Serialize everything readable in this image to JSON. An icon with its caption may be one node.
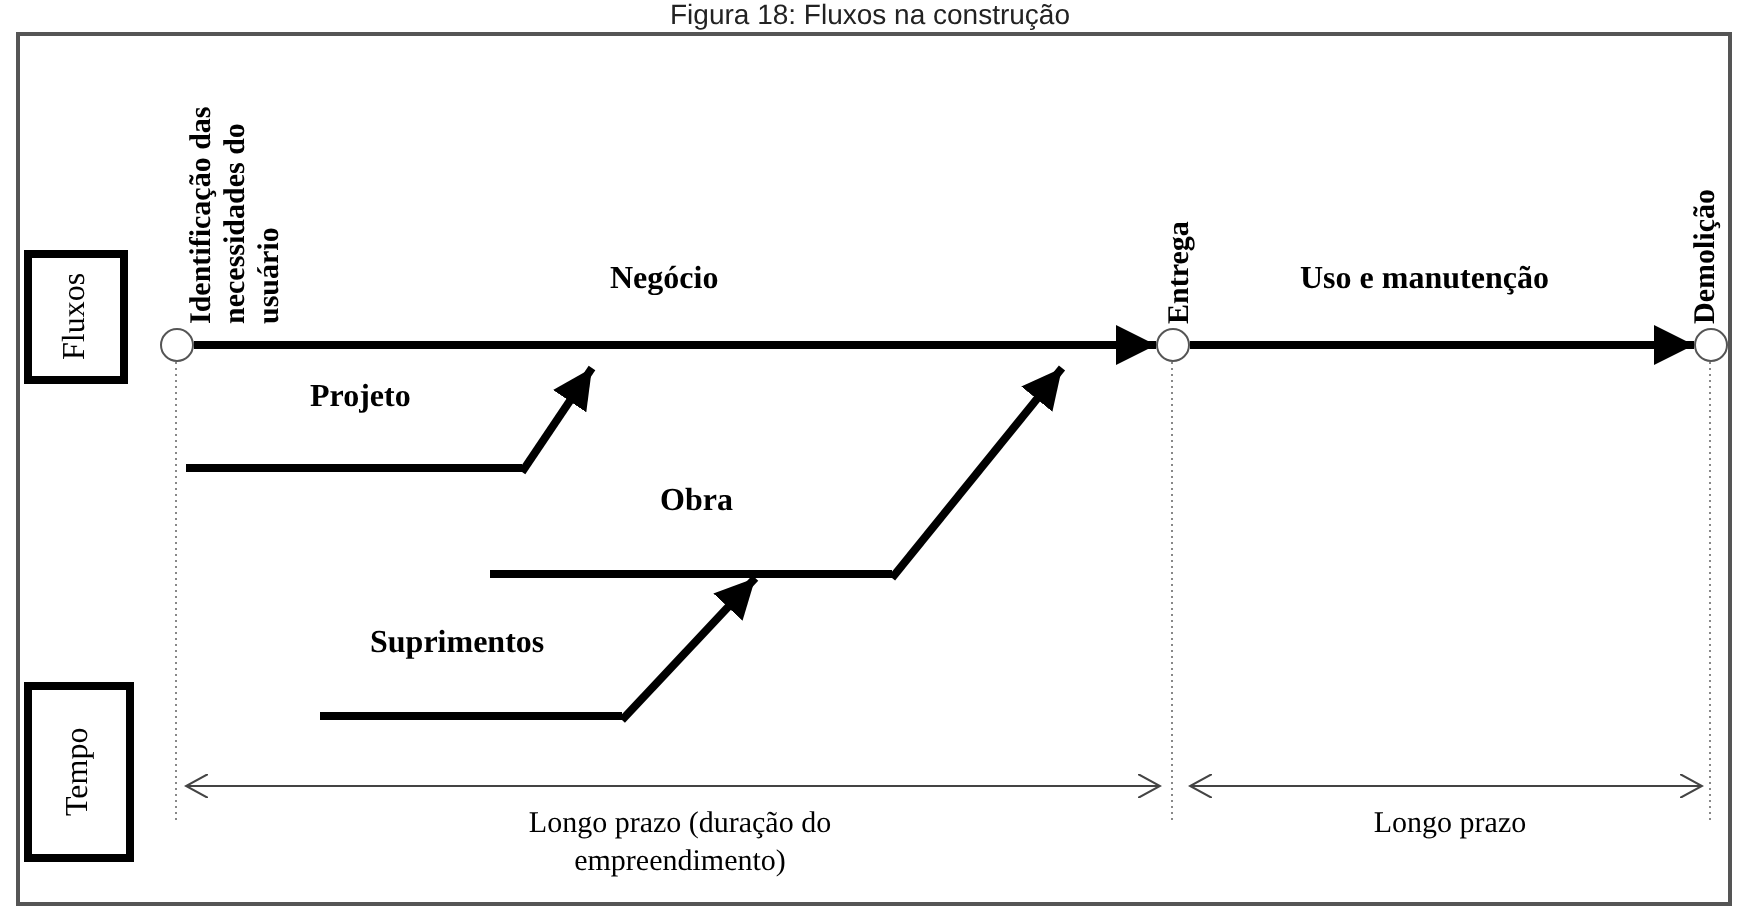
{
  "diagram": {
    "title": "Figura 18: Fluxos na construção",
    "nodes": [
      {
        "text": [
          "Fluxos"
        ]
      },
      {
        "text": [
          "Tempo"
        ]
      },
      {
        "text": [],
        "shape": "circle",
        "beside": [
          "Identificação das necessidades do usuário"
        ]
      },
      {
        "text": [],
        "shape": "circle",
        "beside": [
          "Entrega"
        ]
      },
      {
        "text": [],
        "shape": "circle",
        "beside": [
          "Demolição"
        ]
      },
      {
        "text": [
          "Projeto"
        ]
      },
      {
        "text": [
          "Obra"
        ]
      },
      {
        "text": [
          "Suprimentos"
        ]
      }
    ],
    "edges": [
      {
        "from": 2,
        "to": 3,
        "arrow": "to",
        "label": "Negócio"
      },
      {
        "from": 3,
        "to": 4,
        "arrow": "to",
        "label": "Uso e manutenção"
      },
      {
        "from": 5,
        "to": null,
        "arrow": "to"
      },
      {
        "from": 6,
        "to": null,
        "arrow": "to"
      },
      {
        "from": 7,
        "to": 6,
        "arrow": "to"
      }
    ],
    "labels": [
      "Longo prazo (duração do empreendimento)",
      "Longo prazo"
    ]
  }
}
